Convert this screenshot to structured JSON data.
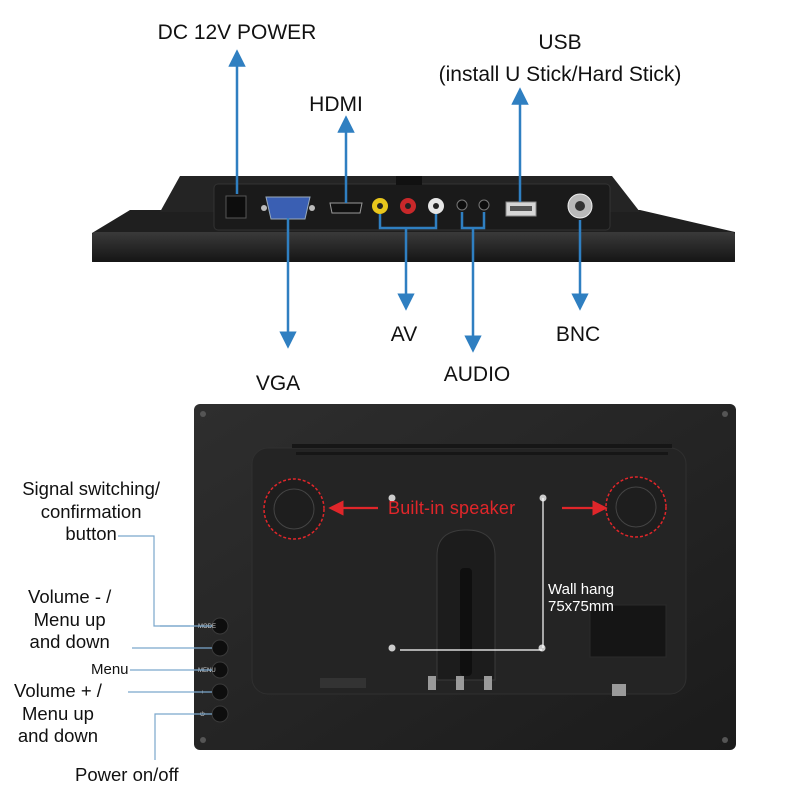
{
  "top_labels": {
    "dc_power": "DC 12V POWER",
    "usb_title": "USB",
    "usb_sub": "(install U Stick/Hard Stick)",
    "hdmi": "HDMI",
    "vga": "VGA",
    "av": "AV",
    "audio": "AUDIO",
    "bnc": "BNC"
  },
  "back_panel": {
    "speaker": "Built-in speaker",
    "wall_hang_line1": "Wall hang",
    "wall_hang_line2": "75x75mm",
    "button_marks": [
      "MODE",
      "−",
      "MENU",
      "+",
      "⏻"
    ]
  },
  "side_labels": {
    "signal": [
      "Signal switching/",
      "confirmation",
      "button"
    ],
    "volume_minus": [
      "Volume - /",
      "Menu up",
      "and down"
    ],
    "menu": "Menu",
    "volume_plus": [
      "Volume + /",
      "Menu up",
      "and down"
    ],
    "power": "Power on/off"
  },
  "colors": {
    "arrow_blue": "#2f7fc1",
    "speaker_red": "#e0262a",
    "device_body": "#2b2b2b"
  }
}
